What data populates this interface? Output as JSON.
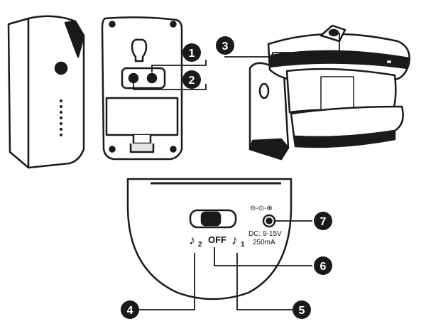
{
  "colors": {
    "line": "#1a1a1a",
    "callout_fill": "#1a1a1a",
    "callout_text": "#ffffff",
    "body_fill": "#ffffff",
    "dark_fill": "#1a1a1a"
  },
  "callouts": [
    {
      "number": "1"
    },
    {
      "number": "2"
    },
    {
      "number": "3"
    },
    {
      "number": "4"
    },
    {
      "number": "5"
    },
    {
      "number": "6"
    },
    {
      "number": "7"
    }
  ],
  "switch_labels": {
    "left_symbol": "♪",
    "left_sub": "2",
    "off": "OFF",
    "right_symbol": "♪",
    "right_sub": "1"
  },
  "power_spec": {
    "line1": "DC: 9-15V",
    "line2": "250mA",
    "polarity_symbol": "⊖-⊙-⊕"
  },
  "figures": [
    {
      "name": "receiver-front-view-icon"
    },
    {
      "name": "receiver-back-view-icon"
    },
    {
      "name": "motion-sensor-icon"
    },
    {
      "name": "receiver-bottom-panel-icon"
    }
  ]
}
